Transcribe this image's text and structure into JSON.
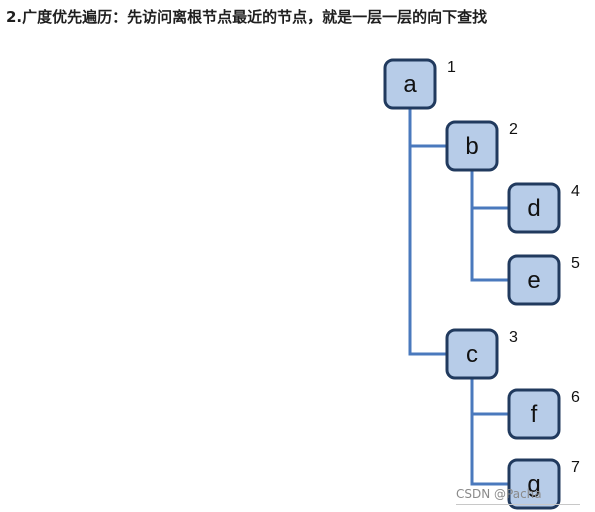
{
  "heading": "2.广度优先遍历：先访问离根节点最近的节点，就是一层一层的向下查找",
  "tree": {
    "nodes": [
      {
        "id": "a",
        "label": "a",
        "order": "1"
      },
      {
        "id": "b",
        "label": "b",
        "order": "2"
      },
      {
        "id": "d",
        "label": "d",
        "order": "4"
      },
      {
        "id": "e",
        "label": "e",
        "order": "5"
      },
      {
        "id": "c",
        "label": "c",
        "order": "3"
      },
      {
        "id": "f",
        "label": "f",
        "order": "6"
      },
      {
        "id": "g",
        "label": "g",
        "order": "7"
      }
    ],
    "edges": [
      {
        "from": "a",
        "to": "b"
      },
      {
        "from": "a",
        "to": "c"
      },
      {
        "from": "b",
        "to": "d"
      },
      {
        "from": "b",
        "to": "e"
      },
      {
        "from": "c",
        "to": "f"
      },
      {
        "from": "c",
        "to": "g"
      }
    ],
    "colors": {
      "node_fill": "#b7cce8",
      "node_border": "#213a5e",
      "edge": "#4a79bd"
    }
  },
  "watermark": "CSDN @Pacha"
}
